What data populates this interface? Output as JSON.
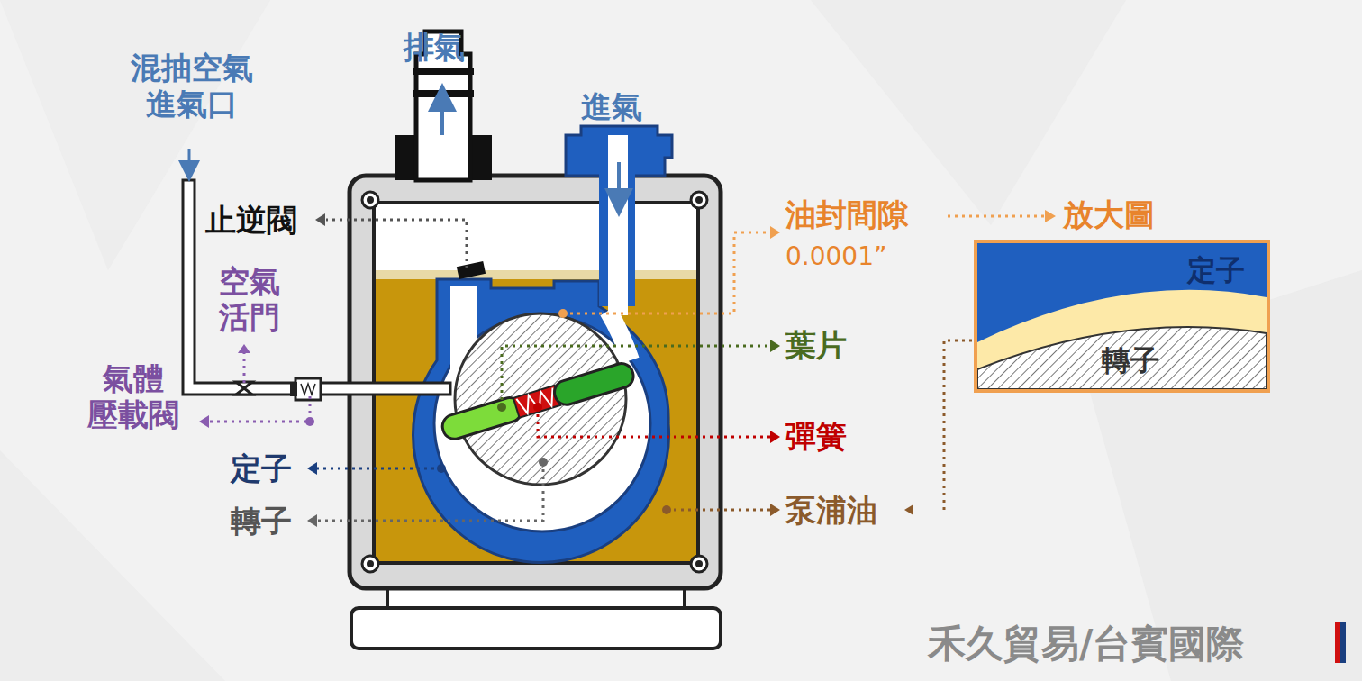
{
  "diagram": {
    "nodes": [
      {
        "text": [
          "定子",
          "轉子"
        ]
      }
    ],
    "labels": [
      "混抽空氣 進氣口",
      "排氣",
      "進氣",
      "止逆閥",
      "空氣 活門",
      "氣體 壓載閥",
      "定子",
      "轉子",
      "油封間隙",
      "0.0001”",
      "放大圖",
      "葉片",
      "彈簧",
      "泵浦油",
      "禾久貿易/台賓國際"
    ]
  }
}
